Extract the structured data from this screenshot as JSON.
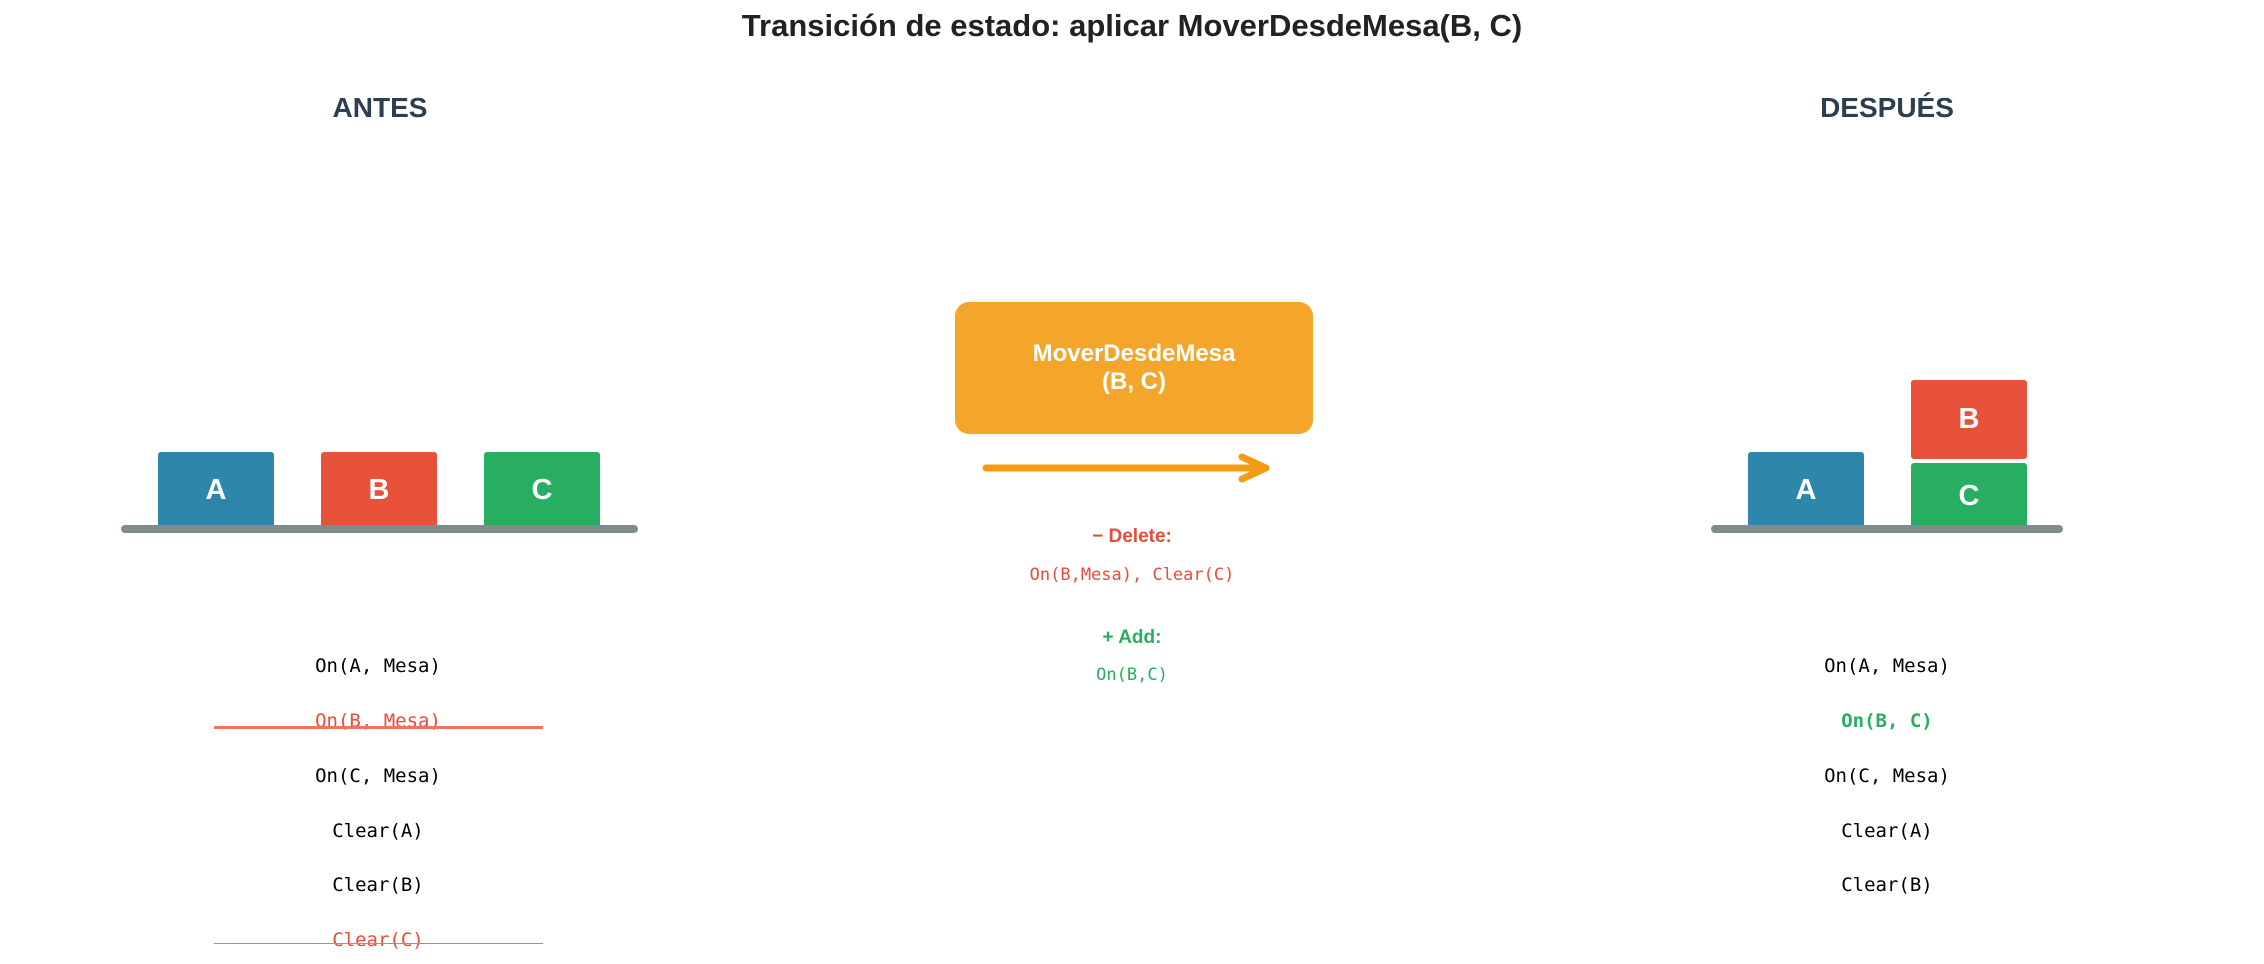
{
  "title": "Transición de estado: aplicar MoverDesdeMesa(B, C)",
  "colors": {
    "block_a": "#2e86ab",
    "block_b": "#e8523a",
    "block_c": "#27ae60",
    "table": "#7f8c8d",
    "action": "#f4a62a",
    "delete": "#e74c3c",
    "add": "#27ae60",
    "heading": "#2c3e50"
  },
  "before": {
    "heading": "ANTES",
    "blocks": [
      {
        "label": "A",
        "position": "on table"
      },
      {
        "label": "B",
        "position": "on table"
      },
      {
        "label": "C",
        "position": "on table"
      }
    ],
    "facts": [
      {
        "text": "On(A, Mesa)",
        "status": "kept"
      },
      {
        "text": "On(B, Mesa)",
        "status": "deleted"
      },
      {
        "text": "On(C, Mesa)",
        "status": "kept"
      },
      {
        "text": "Clear(A)",
        "status": "kept"
      },
      {
        "text": "Clear(B)",
        "status": "kept"
      },
      {
        "text": "Clear(C)",
        "status": "deleted"
      }
    ]
  },
  "action": {
    "name_line1": "MoverDesdeMesa",
    "name_line2": "(B, C)",
    "delete_label": "− Delete:",
    "delete_effects": "On(B,Mesa), Clear(C)",
    "add_label": "+ Add:",
    "add_effects": "On(B,C)"
  },
  "after": {
    "heading": "DESPUÉS",
    "blocks": [
      {
        "label": "A",
        "position": "on table"
      },
      {
        "label": "B",
        "position": "on C"
      },
      {
        "label": "C",
        "position": "on table"
      }
    ],
    "facts": [
      {
        "text": "On(A, Mesa)",
        "status": "kept"
      },
      {
        "text": "On(B, C)",
        "status": "added"
      },
      {
        "text": "On(C, Mesa)",
        "status": "kept"
      },
      {
        "text": "Clear(A)",
        "status": "kept"
      },
      {
        "text": "Clear(B)",
        "status": "kept"
      }
    ]
  }
}
